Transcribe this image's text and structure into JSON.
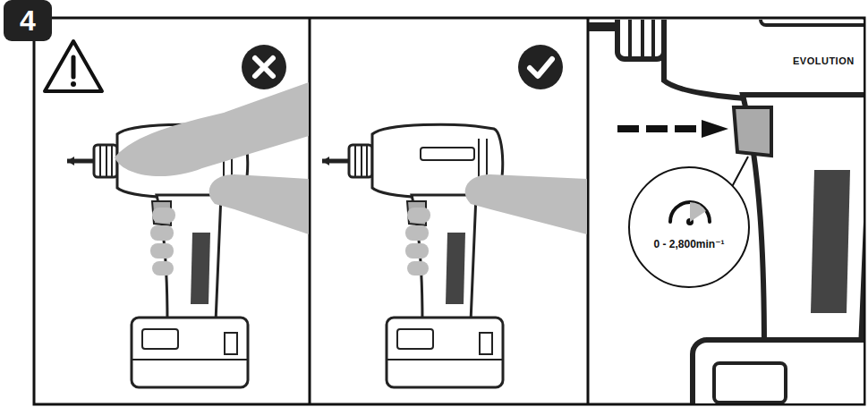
{
  "diagram": {
    "nodes": [
      {
        "text": [
          "4"
        ]
      },
      {
        "text": [
          "0 - 2,800min⁻¹"
        ]
      }
    ],
    "labels": [
      "EVOLUTION"
    ]
  }
}
